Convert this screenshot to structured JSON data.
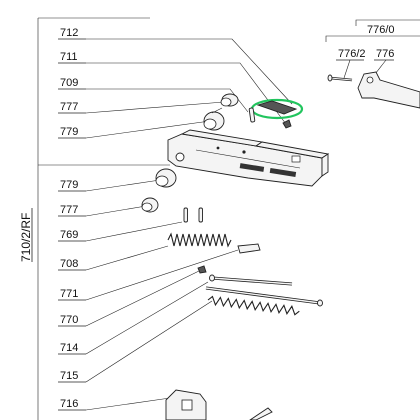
{
  "diagram": {
    "group_label": "710/2/RF",
    "labels": {
      "p712": "712",
      "p711": "711",
      "p709": "709",
      "p777a": "777",
      "p779a": "779",
      "p779b": "779",
      "p777b": "777",
      "p769": "769",
      "p708": "708",
      "p771": "771",
      "p770": "770",
      "p714": "714",
      "p715": "715",
      "p716": "716",
      "inset_title": "776/0",
      "p7762": "776/2",
      "p776": "776"
    },
    "highlight_color": "#22c55e"
  }
}
